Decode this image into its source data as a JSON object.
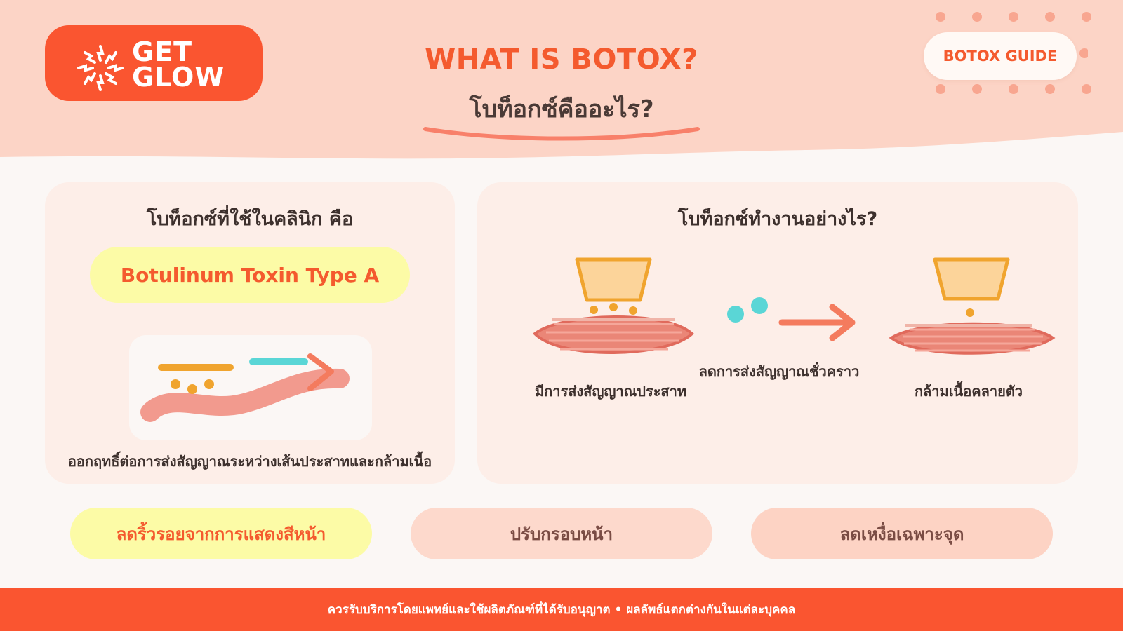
{
  "brand": {
    "line1": "GET",
    "line2": "GLOW",
    "color": "#fa5530"
  },
  "header": {
    "title_en": "WHAT IS BOTOX?",
    "title_th": "โบท็อกซ์คืออะไร?",
    "guide_badge": "BOTOX GUIDE"
  },
  "left_card": {
    "title": "โบท็อกซ์ที่ใช้ในคลินิก คือ",
    "type_label": "Botulinum Toxin Type A",
    "caption": "ออกฤทธิ์ต่อการส่งสัญญาณระหว่างเส้นประสาทและกล้ามเนื้อ"
  },
  "right_card": {
    "title": "โบท็อกซ์ทำงานอย่างไร?",
    "step1": "มีการส่งสัญญาณประสาท",
    "step2": "ลดการส่งสัญญาณชั่วคราว",
    "step3": "กล้ามเนื้อคลายตัว"
  },
  "benefits": [
    {
      "label": "ลดริ้วรอยจากการแสดงสีหน้า"
    },
    {
      "label": "ปรับกรอบหน้า"
    },
    {
      "label": "ลดเหงื่อเฉพาะจุด"
    }
  ],
  "footer": {
    "note": "ควรรับบริการโดยแพทย์และใช้ผลิตภัณฑ์ที่ได้รับอนุญาต • ผลลัพธ์แตกต่างกันในแต่ละบุคคล"
  },
  "colors": {
    "accent": "#fa5530",
    "title_orange": "#f45a2e",
    "peach": "#fcd4c6",
    "yellow": "#fcfba6",
    "muscle": "#e8756a",
    "nerve": "#f5c07a",
    "teal": "#5ad6d6"
  },
  "icons": [
    "starburst-logo-icon",
    "nerve-terminal-icon",
    "muscle-icon",
    "arrow-right-icon",
    "toxin-molecule-icon"
  ]
}
